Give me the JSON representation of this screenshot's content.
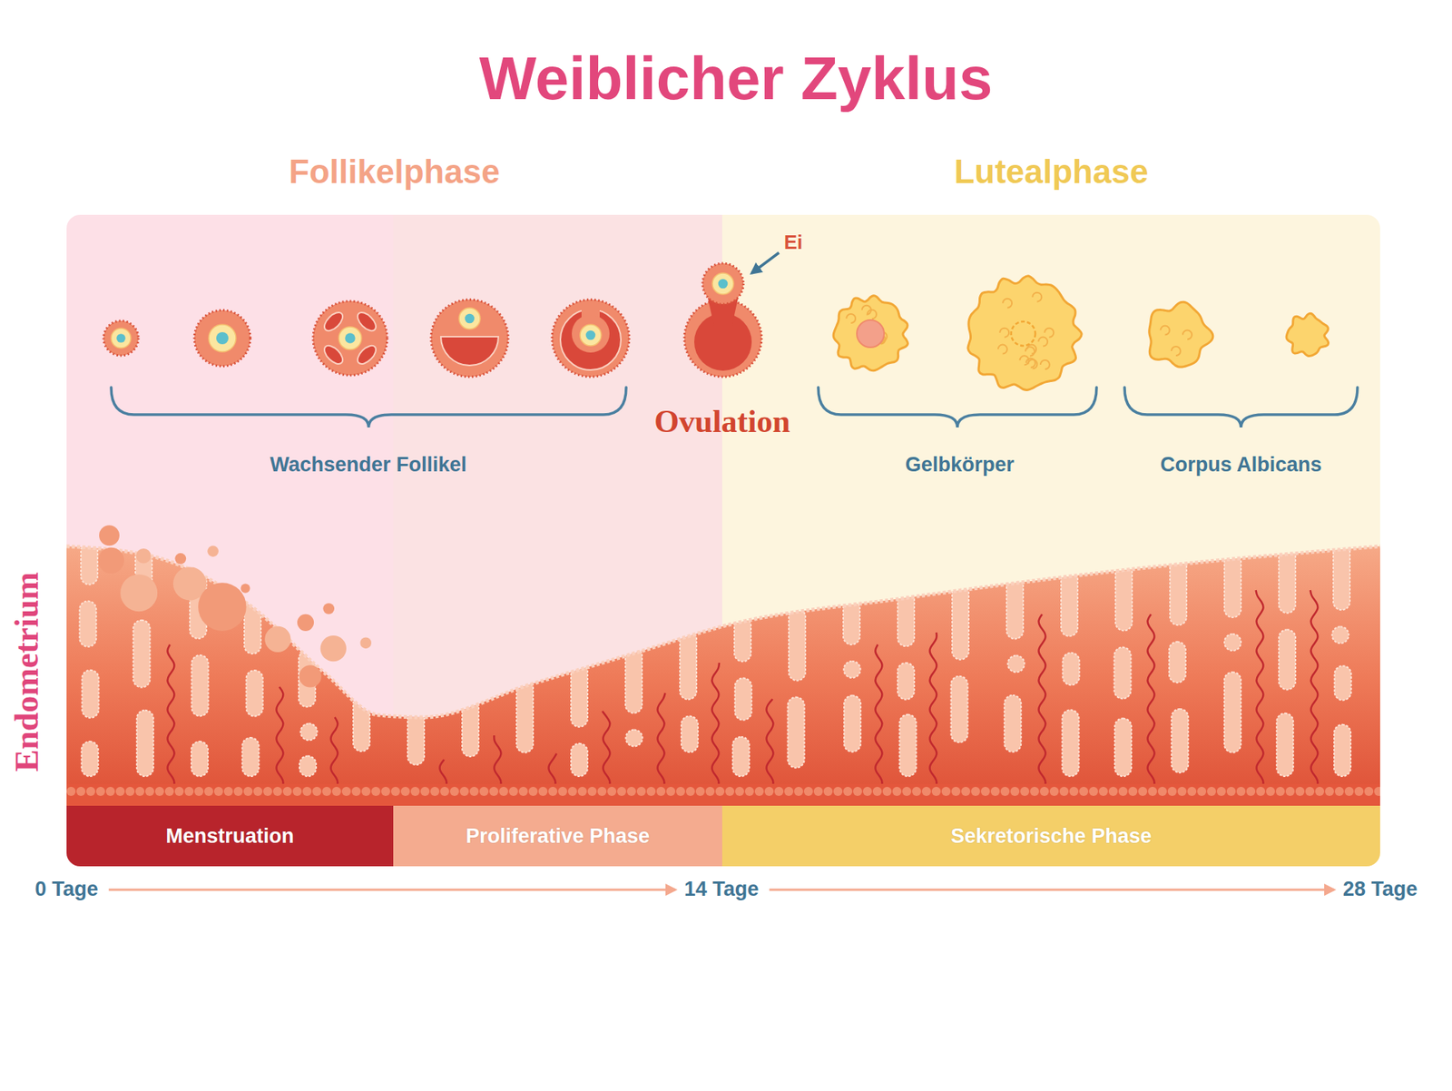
{
  "diagram": {
    "title": "Weiblicher Zyklus",
    "nodes": [
      {
        "text": [
          "Follikelphase"
        ]
      },
      {
        "text": [
          "Menstruation"
        ],
        "in": 0
      },
      {
        "text": [
          "Proliferative Phase"
        ],
        "in": 0
      },
      {
        "text": [
          "Lutealphase"
        ]
      },
      {
        "text": [
          "Sekretorische Phase"
        ],
        "in": 3
      }
    ],
    "labels": [
      "Ei",
      "Ovulation",
      "Wachsender Follikel",
      "Gelbkörper",
      "Corpus Albicans",
      "Endometrium",
      "0 Tage",
      "14 Tage",
      "28 Tage"
    ]
  }
}
